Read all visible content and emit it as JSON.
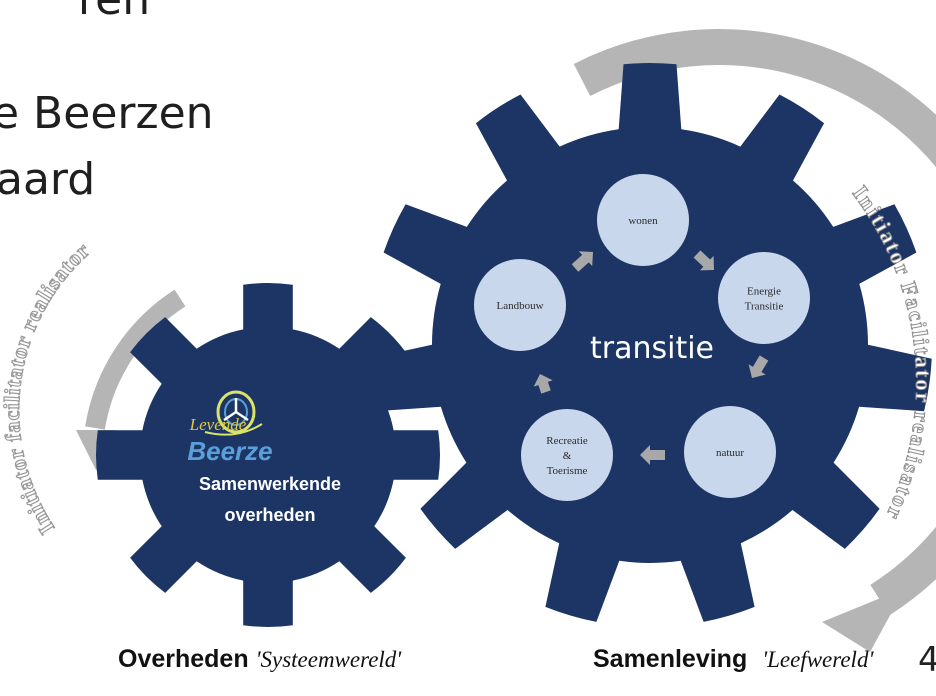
{
  "slide": {
    "heading_lines": [
      "ren",
      "e Beerzen",
      "aard"
    ],
    "page_number": "4"
  },
  "left_gear": {
    "logo_text_top": "Levende",
    "logo_text_bottom": "Beerze",
    "title_line1": "Samenwerkende",
    "title_line2": "overheden",
    "arc_text": "Initiator  facilitator  realisator"
  },
  "right_gear": {
    "center_label": "transitie",
    "nodes": [
      {
        "id": "wonen",
        "lines": [
          "wonen"
        ]
      },
      {
        "id": "energie",
        "lines": [
          "Energie",
          "Transitie"
        ]
      },
      {
        "id": "natuur",
        "lines": [
          "natuur"
        ]
      },
      {
        "id": "recreatie",
        "lines": [
          "Recreatie",
          "&",
          "Toerisme"
        ]
      },
      {
        "id": "landbouw",
        "lines": [
          "Landbouw"
        ]
      }
    ],
    "arc_text": "Initiator  Facilitator  realisator"
  },
  "captions": {
    "left_bold": "Overheden",
    "left_italic": "'Systeemwereld'",
    "right_bold": "Samenleving",
    "right_italic": "'Leefwereld'"
  },
  "colors": {
    "gear": "#1c3565",
    "circle": "#c9d7ec",
    "arrow": "#a8a8a8",
    "arc": "#b5b5b5"
  }
}
